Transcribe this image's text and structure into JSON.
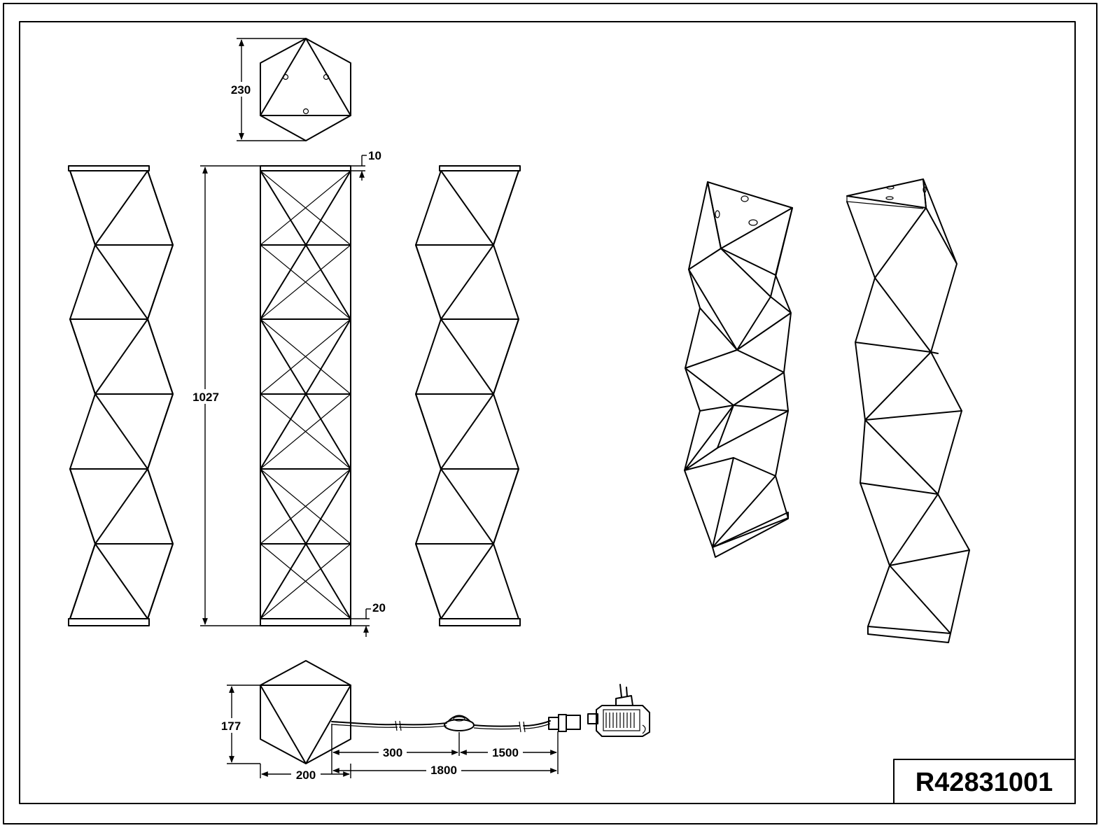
{
  "drawing": {
    "part_number": "R42831001",
    "dimensions": {
      "top_view_depth": "230",
      "total_height": "1027",
      "top_plate": "10",
      "base_plate": "20",
      "base_depth": "177",
      "base_width": "200",
      "cable_to_switch": "300",
      "switch_to_plug": "1500",
      "cable_total": "1800"
    }
  },
  "colors": {
    "line": "#000000",
    "background": "#ffffff"
  }
}
